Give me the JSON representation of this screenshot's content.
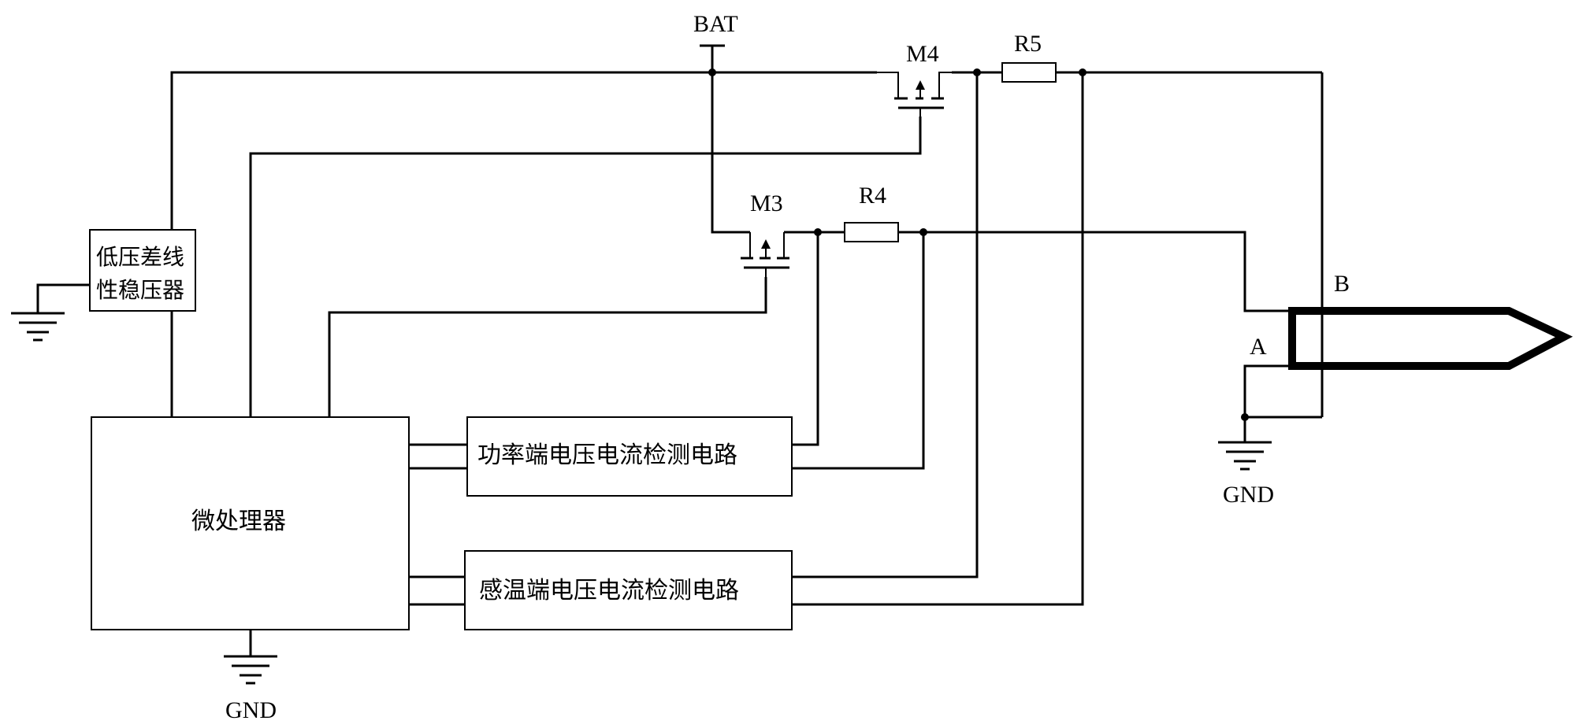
{
  "labels": {
    "bat": "BAT",
    "m4": "M4",
    "m3": "M3",
    "r5": "R5",
    "r4": "R4",
    "node_b": "B",
    "node_a": "A",
    "gnd_probe": "GND",
    "gnd_mcu": "GND"
  },
  "blocks": {
    "ldo_line1": "低压差线",
    "ldo_line2": "性稳压器",
    "mcu": "微处理器",
    "power_detect": "功率端电压电流检测电路",
    "temp_detect": "感温端电压电流检测电路"
  }
}
